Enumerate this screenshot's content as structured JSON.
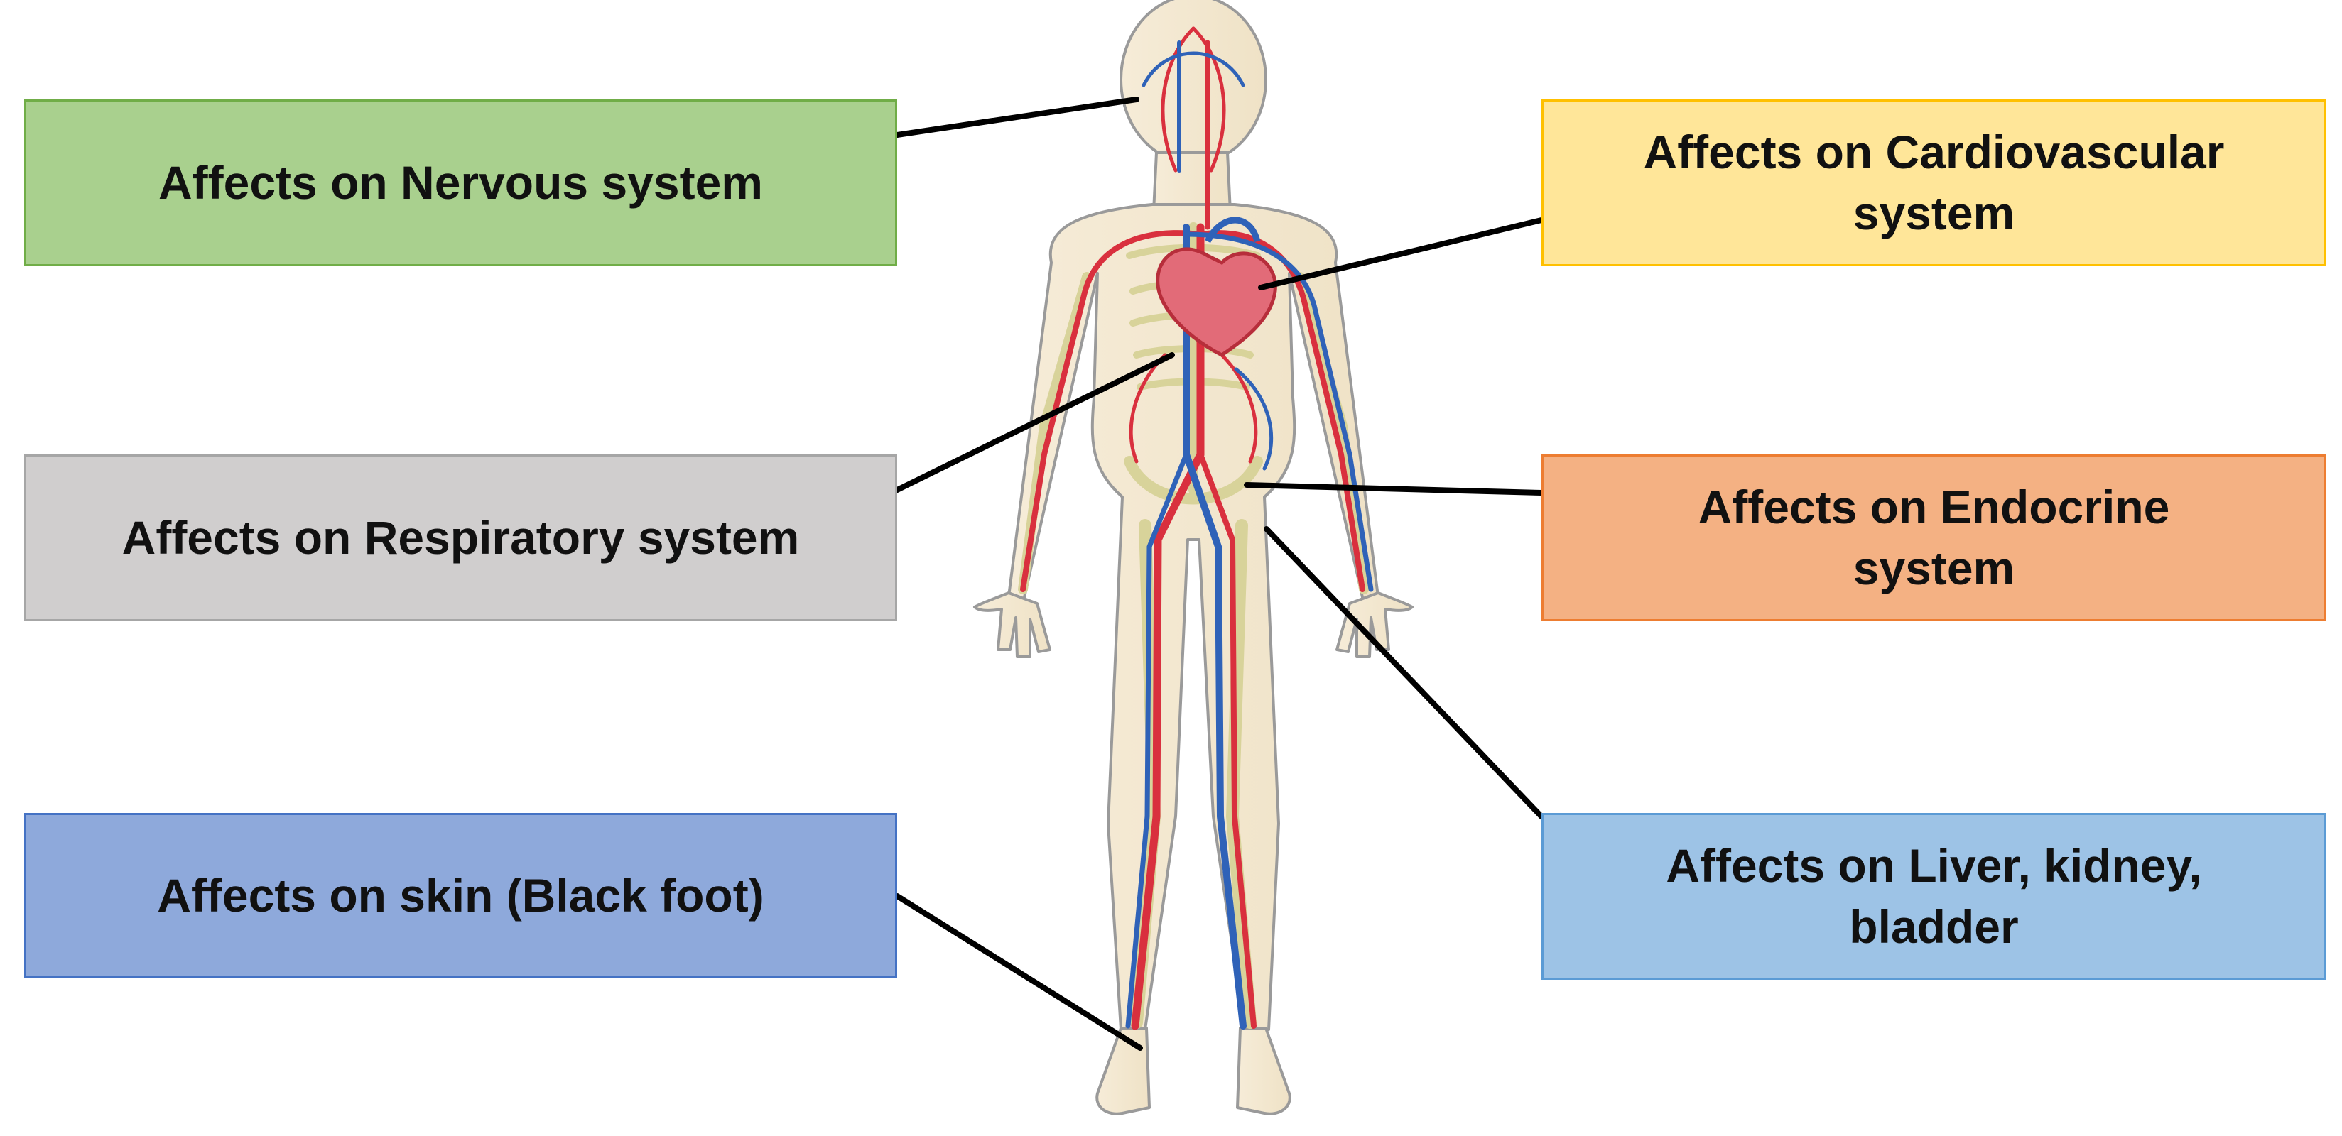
{
  "labels": {
    "nervous": "Affects on Nervous system",
    "respiratory": "Affects on Respiratory system",
    "skin": "Affects on skin (Black foot)",
    "cardiovascular": "Affects on Cardiovascular system",
    "endocrine": "Affects on Endocrine system",
    "liver": "Affects on Liver, kidney, bladder"
  },
  "colors": {
    "nervous_fill": "#a9d08e",
    "nervous_border": "#70ad47",
    "respiratory_fill": "#d0cece",
    "respiratory_border": "#a6a6a6",
    "skin_fill": "#8ea9db",
    "skin_border": "#4472c4",
    "cardiovascular_fill": "#ffe699",
    "cardiovascular_border": "#ffc000",
    "endocrine_fill": "#f4b183",
    "endocrine_border": "#ed7d31",
    "liver_fill": "#9dc3e6",
    "liver_border": "#5b9bd5",
    "artery": "#d9303e",
    "vein": "#2f62b8",
    "bone": "#ecebbd",
    "skin_outline": "#9a9a9a",
    "leader_line": "#000000"
  },
  "icons": {
    "figure": "human-circulatory-system-illustration"
  }
}
